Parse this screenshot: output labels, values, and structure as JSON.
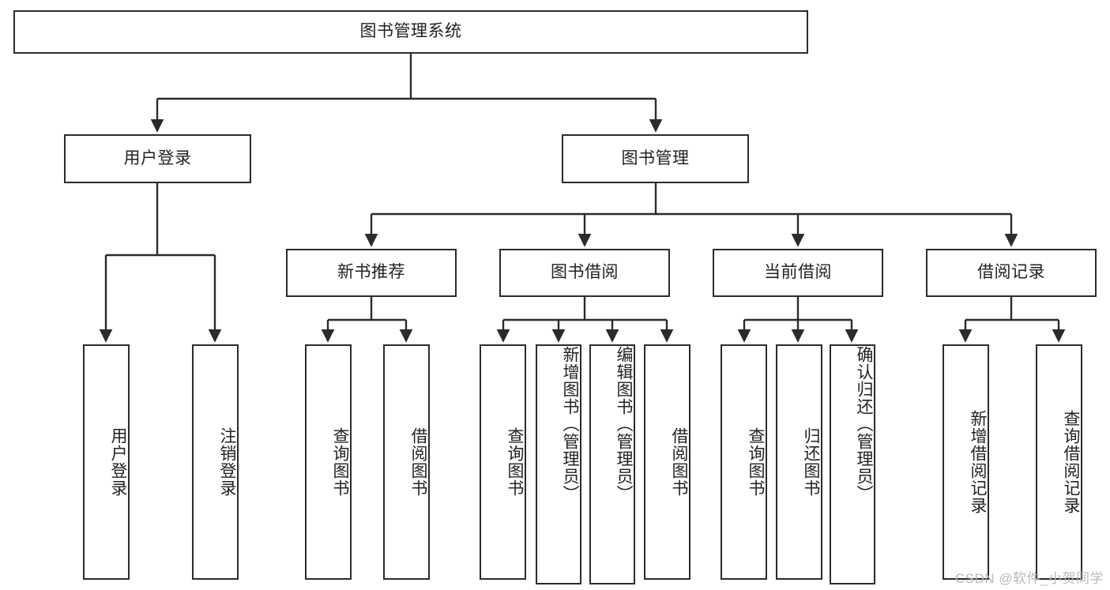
{
  "diagram": {
    "title": "图书管理系统",
    "root": {
      "label": "图书管理系统"
    },
    "level2": [
      {
        "label": "用户登录"
      },
      {
        "label": "图书管理"
      }
    ],
    "level3": [
      {
        "label": "新书推荐"
      },
      {
        "label": "图书借阅"
      },
      {
        "label": "当前借阅"
      },
      {
        "label": "借阅记录"
      }
    ],
    "leaves": [
      {
        "label": "用户登录",
        "parent": "用户登录"
      },
      {
        "label": "注销登录",
        "parent": "用户登录"
      },
      {
        "label": "查询图书",
        "parent": "新书推荐"
      },
      {
        "label": "借阅图书",
        "parent": "新书推荐"
      },
      {
        "label": "查询图书",
        "parent": "图书借阅"
      },
      {
        "label": "新增图书（管理员）",
        "parent": "图书借阅"
      },
      {
        "label": "编辑图书（管理员）",
        "parent": "图书借阅"
      },
      {
        "label": "借阅图书",
        "parent": "图书借阅"
      },
      {
        "label": "查询图书",
        "parent": "当前借阅"
      },
      {
        "label": "归还图书",
        "parent": "当前借阅"
      },
      {
        "label": "确认归还（管理员）",
        "parent": "当前借阅"
      },
      {
        "label": "新增借阅记录",
        "parent": "借阅记录"
      },
      {
        "label": "查询借阅记录",
        "parent": "借阅记录"
      }
    ]
  },
  "watermark": {
    "text": "CSDN @软件_小贺同学"
  },
  "colors": {
    "stroke": "#2b2b2b",
    "fill": "#ffffff",
    "text": "#222222",
    "watermark": "#b9b9b9"
  }
}
